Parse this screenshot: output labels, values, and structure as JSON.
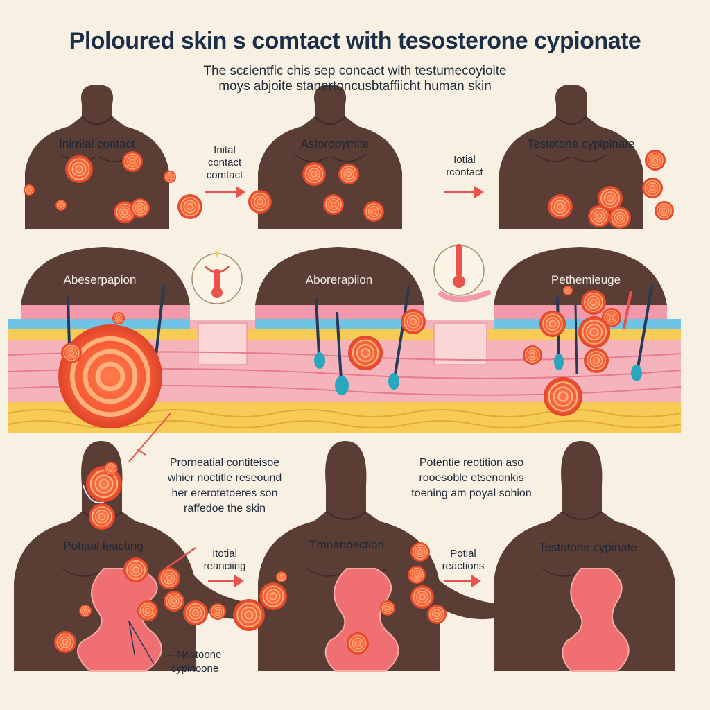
{
  "header": {
    "title": "Ploloured skin s comtact with tesosterone cypionate",
    "subtitle_line1": "The scεientfic chis sep concact with testumecoyioite",
    "subtitle_line2": "moys abjoite stanertoncusbtaffiicht human skin"
  },
  "top_row": {
    "panel1_label": "Inirnial contact",
    "panel2_label": "Astoropymite",
    "panel3_label": "Testotone cypipinate",
    "arrow1_line1": "Inital",
    "arrow1_line2": "contact",
    "arrow1_line3": "comtact",
    "arrow2_line1": "Iotial",
    "arrow2_line2": "rcontact"
  },
  "skin_row": {
    "section1_label": "Abeserpapion",
    "section2_label": "Aborerapiion",
    "section3_label": "Pethemieuge"
  },
  "bottom_row": {
    "note1_line1": "Prorneatial contiteisoe",
    "note1_line2": "whier noctitle reseound",
    "note1_line3": "her ererotetoeres son",
    "note1_line4": "raffedoe the skin",
    "note2_line1": "Potentie reotition aso",
    "note2_line2": "rooesoble etsenonkis",
    "note2_line3": "toening am poyal sohion",
    "panel1_label": "Potiaal leacting",
    "panel2_label": "Tmnanoection",
    "panel3_label": "Testotone cypinate",
    "arrow1_line1": "Itotial",
    "arrow1_line2": "reanciing",
    "arrow2_line1": "Potial",
    "arrow2_line2": "reactions",
    "callout_line1": "– Nostoone",
    "callout_line2": "cypinoone"
  },
  "colors": {
    "background": "#f8f1e3",
    "body": "#5a3d35",
    "spot": "#f2552a",
    "arrow": "#e8534c",
    "skin_pink": "#f3a7b1",
    "fat_yellow": "#f6cc56"
  }
}
